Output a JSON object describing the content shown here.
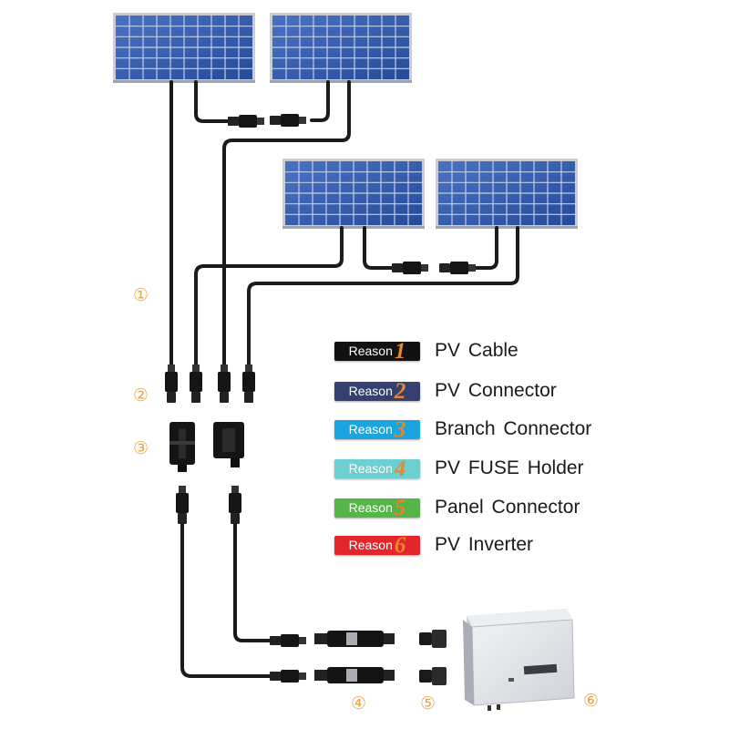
{
  "markers": [
    "①",
    "②",
    "③",
    "④",
    "⑤",
    "⑥"
  ],
  "legend": [
    {
      "word": "Reason",
      "number": "1",
      "label": "PV Cable",
      "badge_color": "#111111",
      "number_color": "#e8862a"
    },
    {
      "word": "Reason",
      "number": "2",
      "label": "PV Connector",
      "badge_color": "#34416f",
      "number_color": "#e8862a"
    },
    {
      "word": "Reason",
      "number": "3",
      "label": "Branch  Connector",
      "badge_color": "#1ba4dd",
      "number_color": "#e8862a"
    },
    {
      "word": "Reason",
      "number": "4",
      "label": "PV  FUSE Holder",
      "badge_color": "#6ccfd0",
      "number_color": "#e8862a"
    },
    {
      "word": "Reason",
      "number": "5",
      "label": "Panel  Connector",
      "badge_color": "#55b548",
      "number_color": "#e8862a"
    },
    {
      "word": "Reason",
      "number": "6",
      "label": "PV Inverter",
      "badge_color": "#e3262b",
      "number_color": "#e8862a"
    }
  ],
  "colors": {
    "panel_blue": "#2f55a8",
    "panel_frame": "#c9ccd2",
    "cable": "#1b1b1b",
    "marker": "#e8a54a",
    "inverter_body": "#e4e6ea"
  },
  "icons": [
    "solar-panel-icon",
    "mc4-connector-icon",
    "branch-connector-icon",
    "fuse-holder-icon",
    "inverter-icon"
  ]
}
